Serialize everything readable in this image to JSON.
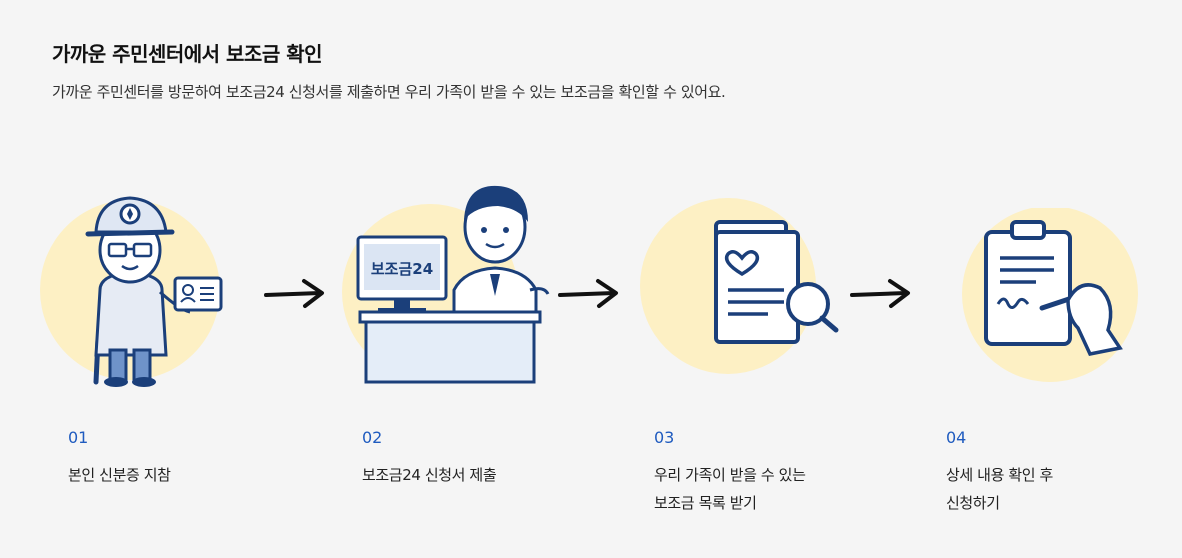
{
  "header": {
    "title": "가까운 주민센터에서 보조금 확인",
    "description": "가까운 주민센터를 방문하여 보조금24 신청서를 제출하면 우리 가족이 받을 수 있는 보조금을 확인할 수 있어요."
  },
  "illustrations": {
    "monitor_label": "보조금24"
  },
  "steps": [
    {
      "num": "01",
      "text": "본인 신분증 지참"
    },
    {
      "num": "02",
      "text": "보조금24 신청서 제출"
    },
    {
      "num": "03",
      "text": "우리 가족이 받을 수 있는\n보조금 목록 받기"
    },
    {
      "num": "04",
      "text": "상세 내용 확인 후\n신청하기"
    }
  ],
  "colors": {
    "accent_blue": "#1f5bbf",
    "circle_yellow": "#fdf0c4",
    "line_navy": "#1b3f7a"
  }
}
